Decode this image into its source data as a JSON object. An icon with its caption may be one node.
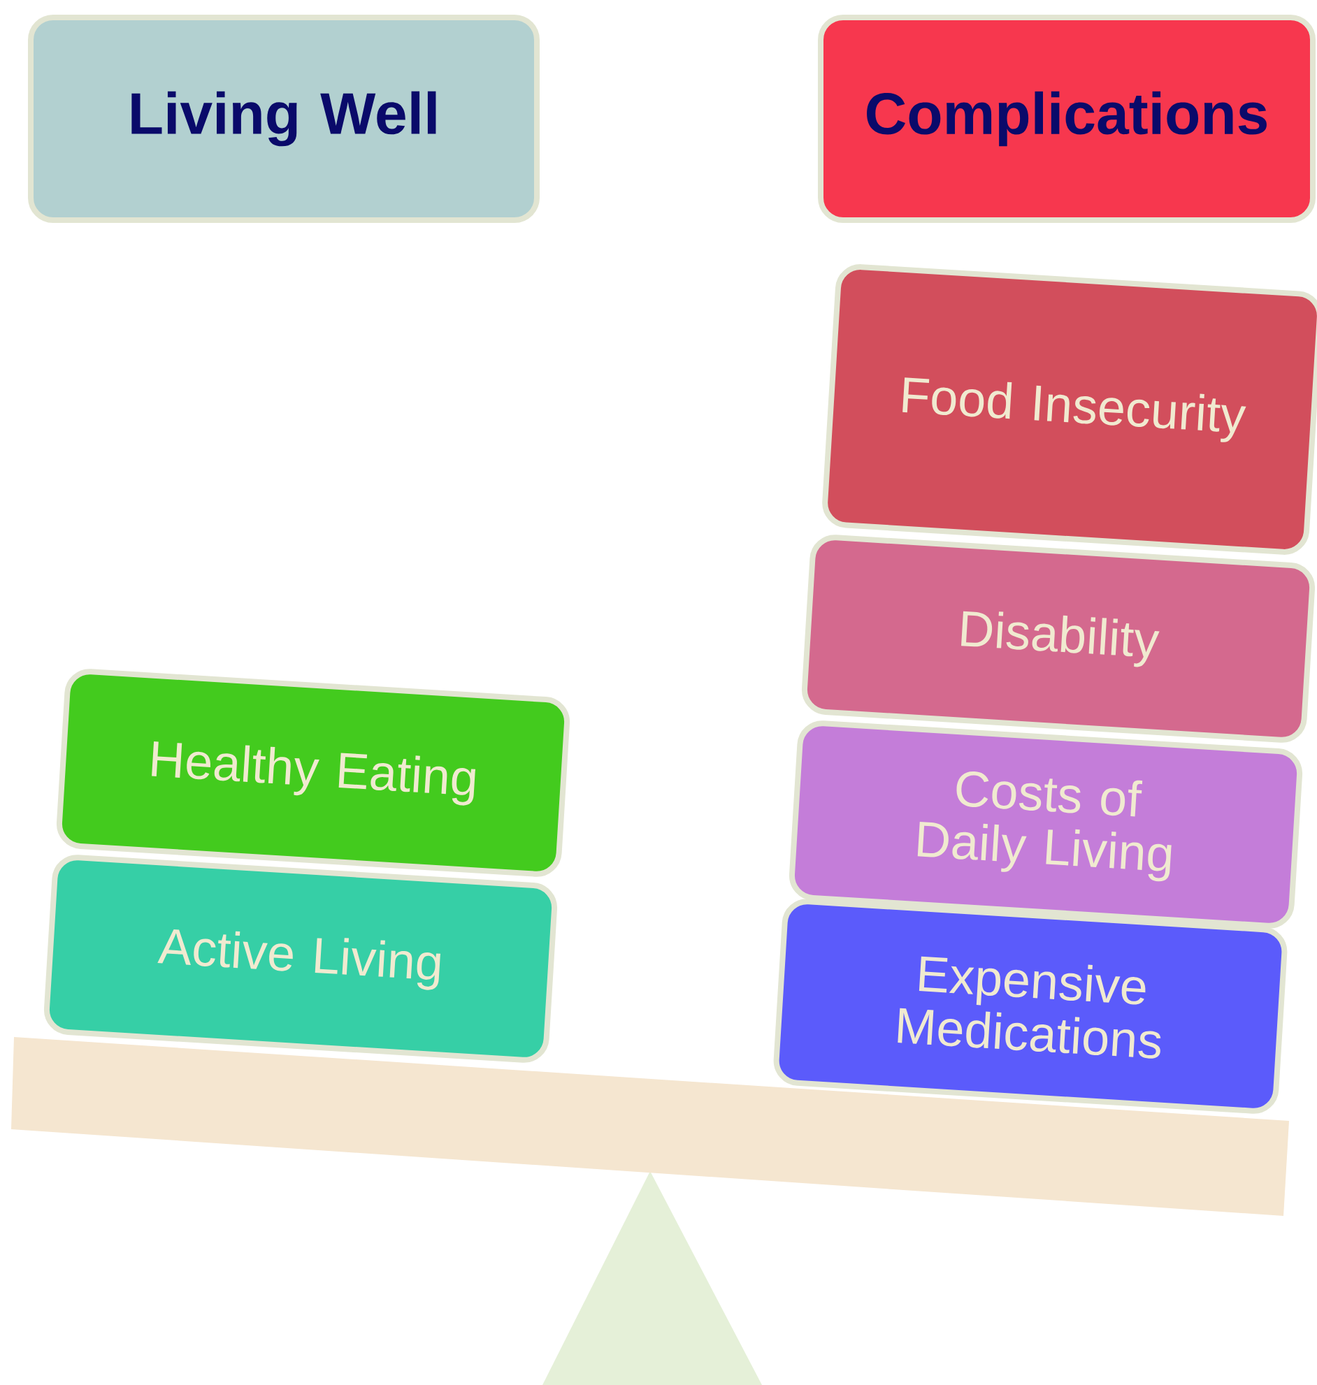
{
  "diagram": {
    "nodes": [
      {
        "text": [
          "Living Well"
        ]
      },
      {
        "text": [
          "Complications"
        ]
      },
      {
        "text": [
          "Healthy Eating"
        ]
      },
      {
        "text": [
          "Active Living"
        ]
      },
      {
        "text": [
          "Food Insecurity"
        ]
      },
      {
        "text": [
          "Disability"
        ]
      },
      {
        "text": [
          "Costs of Daily Living"
        ]
      },
      {
        "text": [
          "Expensive Medications"
        ]
      }
    ]
  }
}
